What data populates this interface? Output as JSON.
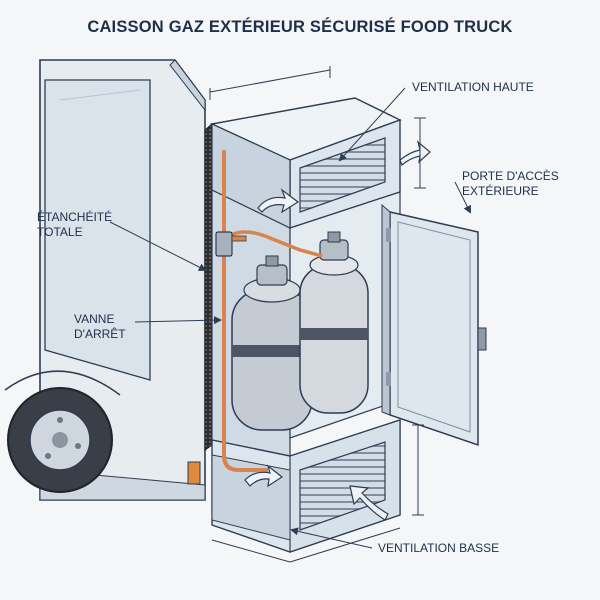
{
  "title": "CAISSON GAZ EXTÉRIEUR SÉCURISÉ FOOD TRUCK",
  "labels": {
    "ventilation_haute": "VENTILATION HAUTE",
    "porte_acces_line1": "PORTE D'ACCÈS",
    "porte_acces_line2": "EXTÉRIEURE",
    "etancheite_line1": "ÉTANCHÉITÉ",
    "etancheite_line2": "TOTALE",
    "vanne_line1": "VANNE",
    "vanne_line2": "D'ARRÊT",
    "ventilation_basse": "VENTILATION BASSE"
  },
  "colors": {
    "title": "#1f2f4a",
    "outline": "#2f3d52",
    "box_front": "#dde6ee",
    "box_side": "#c7d3de",
    "box_top": "#eef3f7",
    "pipe": "#d9844c",
    "bottle": "#c4cbd2",
    "truck": "#e7ecf1",
    "airflow": "#6f8fb5"
  },
  "icons": [
    "gas-bottle-icon",
    "shutoff-valve-icon",
    "airflow-arrow-icon",
    "wheel-icon"
  ]
}
